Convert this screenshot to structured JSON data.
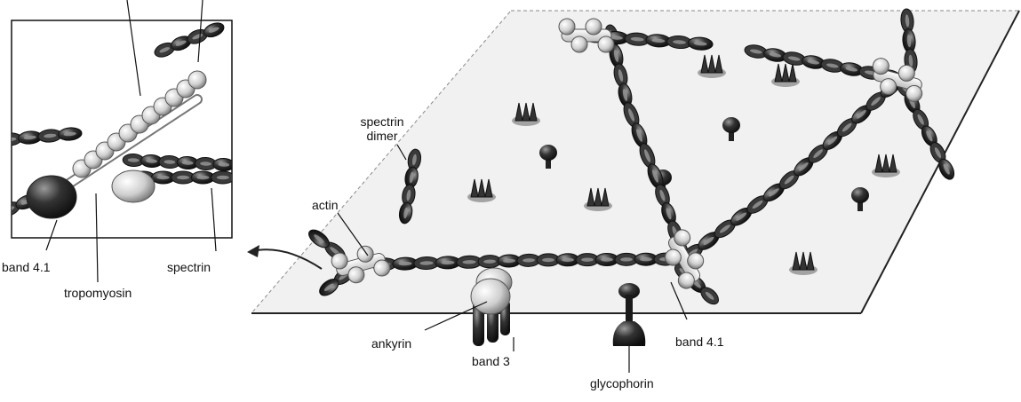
{
  "labels": {
    "inset_band41": "band 4.1",
    "inset_tropomyosin": "tropomyosin",
    "inset_spectrin": "spectrin",
    "spectrin_dimer_line1": "spectrin",
    "spectrin_dimer_line2": "dimer",
    "actin": "actin",
    "ankyrin": "ankyrin",
    "band3": "band 3",
    "glycophorin": "glycophorin",
    "band41": "band 4.1"
  },
  "colors": {
    "membrane_fill": "#f1f1f1",
    "membrane_edge": "#333333",
    "spectrin_dark": "#2b2b2b",
    "spectrin_light": "#8a8a8a",
    "protein_light": "#d9d9d9",
    "protein_dark": "#222222",
    "arrow": "#222222"
  }
}
